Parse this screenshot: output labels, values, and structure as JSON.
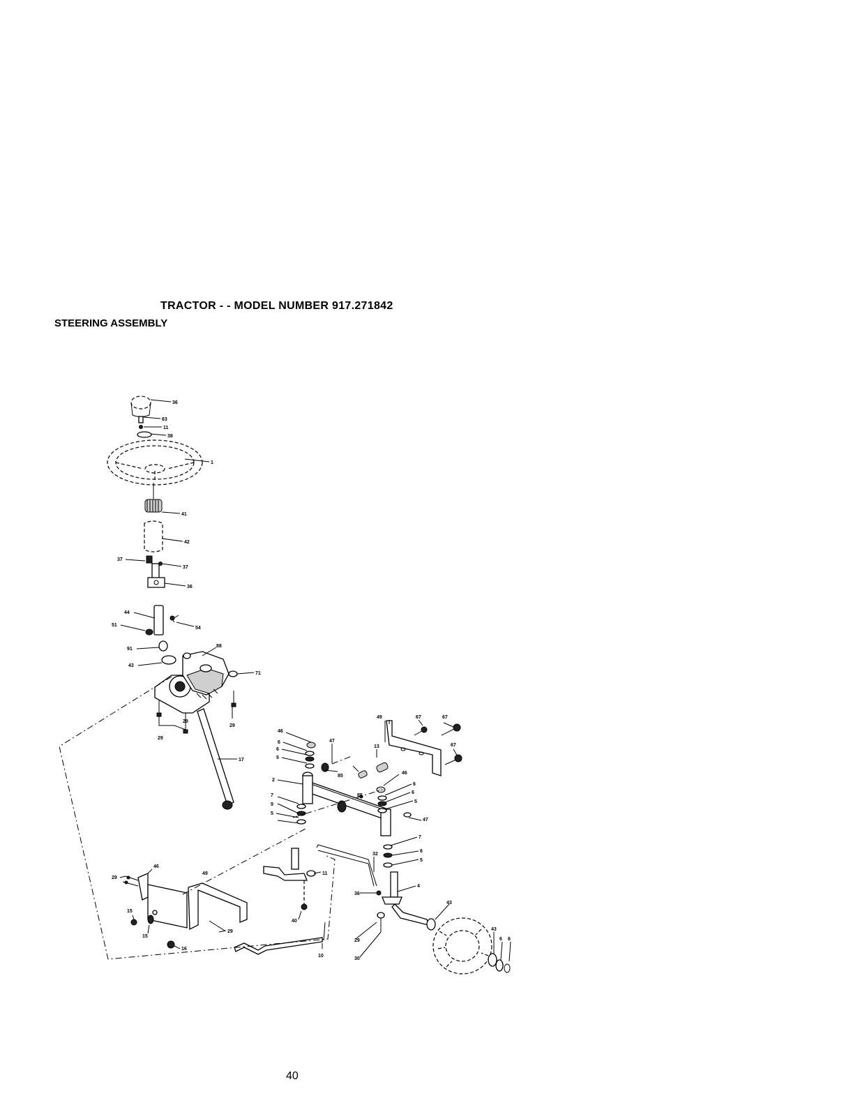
{
  "title": "TRACTOR - - MODEL NUMBER 917.271842",
  "subtitle": "STEERING ASSEMBLY",
  "page_number": "40",
  "callouts": [
    "36",
    "63",
    "11",
    "38",
    "1",
    "41",
    "42",
    "37",
    "37",
    "36",
    "44",
    "54",
    "51",
    "91",
    "88",
    "43",
    "71",
    "29",
    "29",
    "29",
    "17",
    "46",
    "6",
    "6",
    "5",
    "47",
    "85",
    "13",
    "49",
    "67",
    "67",
    "67",
    "2",
    "7",
    "9",
    "5",
    "46",
    "6",
    "6",
    "5",
    "85",
    "47",
    "7",
    "6",
    "5",
    "32",
    "4",
    "11",
    "40",
    "36",
    "29",
    "30",
    "43",
    "43",
    "6",
    "6",
    "29",
    "46",
    "49",
    "15",
    "15",
    "16",
    "29",
    "10"
  ]
}
